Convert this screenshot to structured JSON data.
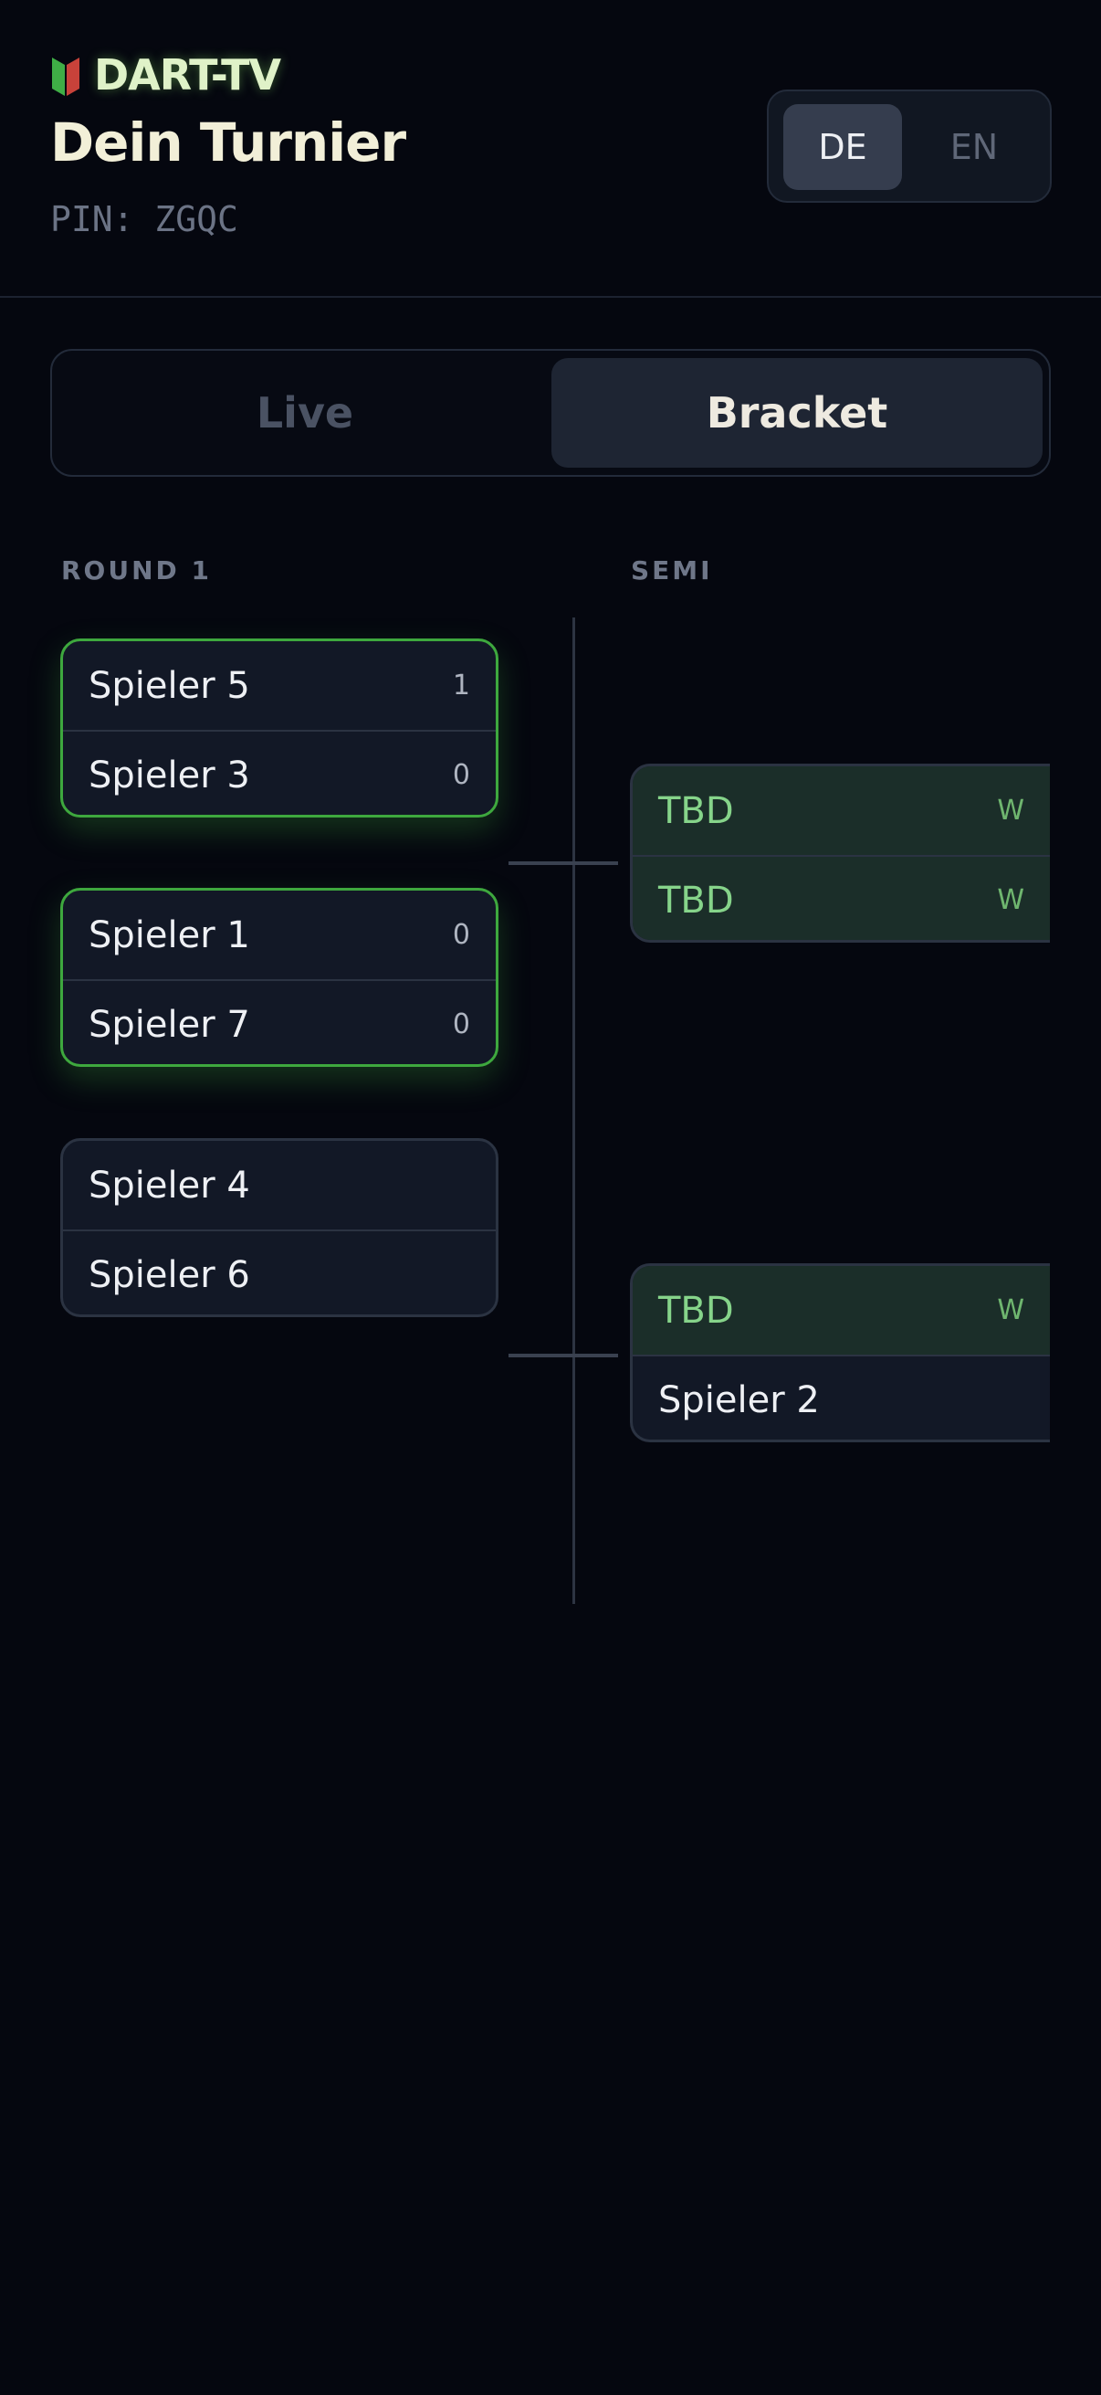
{
  "header": {
    "brand": "DART-TV",
    "brand_icon": "dart-logo-icon",
    "title": "Dein Turnier",
    "pin": "PIN: ZGQC"
  },
  "lang": {
    "options": [
      "DE",
      "EN"
    ],
    "selected": "DE"
  },
  "tabs": [
    {
      "label": "Live",
      "active": false
    },
    {
      "label": "Bracket",
      "active": true
    }
  ],
  "bracket": {
    "rounds": [
      {
        "label": "ROUND 1",
        "matches": [
          {
            "p1": "Spieler 5",
            "s1": "1",
            "p2": "Spieler 3",
            "s2": "0",
            "active": true
          },
          {
            "p1": "Spieler 1",
            "s1": "0",
            "p2": "Spieler 7",
            "s2": "0",
            "active": true
          },
          {
            "p1": "Spieler 4",
            "s1": "",
            "p2": "Spieler 6",
            "s2": "",
            "active": false
          }
        ]
      },
      {
        "label": "SEMI",
        "matches": [
          {
            "p1": "TBD",
            "s1": "W",
            "p2": "TBD",
            "s2": "W"
          },
          {
            "p1": "TBD",
            "s1": "W",
            "p2": "Spieler 2",
            "s2": ""
          }
        ]
      }
    ]
  },
  "colors": {
    "background": "#05070f",
    "accent_green": "#3ea83e",
    "tbd_text": "#86d48a",
    "brand": "#dff2c8"
  }
}
